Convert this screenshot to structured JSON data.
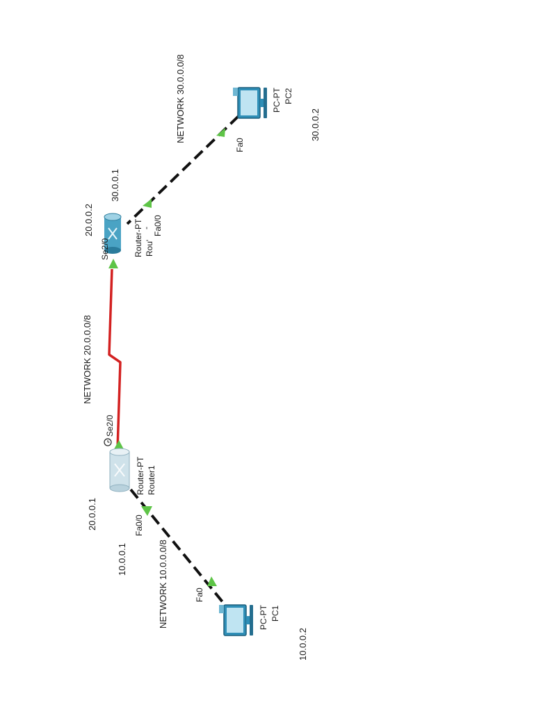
{
  "colors": {
    "ethernet_link": "#111111",
    "serial_link": "#d32121",
    "port_indicator": "#5ec447",
    "device_body": "#2f8fb7",
    "router_body": "#4aa3c4"
  },
  "devices": {
    "router1": {
      "type": "Router-PT",
      "name": "Router1",
      "icon": "router-icon"
    },
    "router2": {
      "type": "Router-PT",
      "name": "Rou'",
      "icon": "router-icon"
    },
    "pc1": {
      "type": "PC-PT",
      "name": "PC1",
      "icon": "pc-icon"
    },
    "pc2": {
      "type": "PC-PT",
      "name": "PC2",
      "icon": "pc-icon"
    }
  },
  "ports": {
    "r1_fa": "Fa0/0",
    "r1_se": "Se2/0",
    "r2_fa": "Fa0/0",
    "r2_se": "Se2/0",
    "pc1_fa": "Fa0",
    "pc2_fa": "Fa0"
  },
  "addresses": {
    "r1_fa": "10.0.0.1",
    "r1_se": "20.0.0.1",
    "r2_se": "20.0.0.2",
    "r2_fa": "30.0.0.1",
    "pc1": "10.0.0.2",
    "pc2": "30.0.0.2"
  },
  "networks": {
    "net10": "NETWORK 10.0.0.0/8",
    "net20": "NETWORK 20.0.0.0/8",
    "net30": "NETWORK 30.0.0.0/8"
  },
  "misc": {
    "r2_dash": "-"
  }
}
